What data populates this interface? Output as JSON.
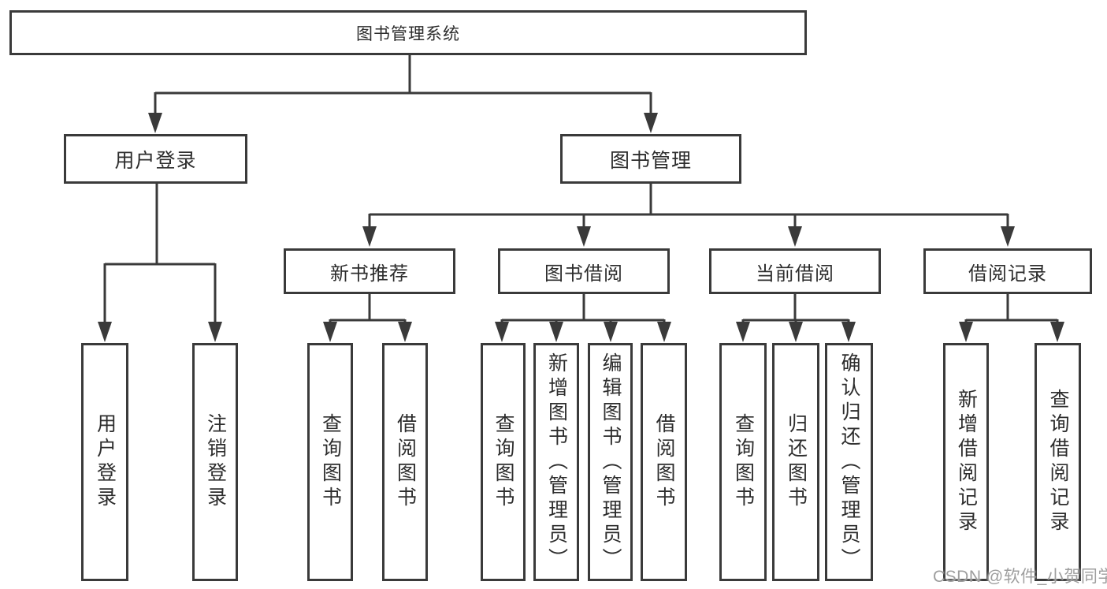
{
  "diagram": {
    "root": {
      "label": "图书管理系统"
    },
    "user_branch": {
      "label": "用户登录",
      "children": [
        {
          "label": "用户登录"
        },
        {
          "label": "注销登录"
        }
      ]
    },
    "book_branch": {
      "label": "图书管理",
      "modules": [
        {
          "label": "新书推荐",
          "children": [
            {
              "label": "查询图书"
            },
            {
              "label": "借阅图书"
            }
          ]
        },
        {
          "label": "图书借阅",
          "children": [
            {
              "label": "查询图书"
            },
            {
              "label": "新增图书（管理员）"
            },
            {
              "label": "编辑图书（管理员）"
            },
            {
              "label": "借阅图书"
            }
          ]
        },
        {
          "label": "当前借阅",
          "children": [
            {
              "label": "查询图书"
            },
            {
              "label": "归还图书"
            },
            {
              "label": "确认归还（管理员）"
            }
          ]
        },
        {
          "label": "借阅记录",
          "children": [
            {
              "label": "新增借阅记录"
            },
            {
              "label": "查询借阅记录"
            }
          ]
        }
      ]
    }
  },
  "watermark": {
    "text": "CSDN @软件_小贺同学"
  },
  "colors": {
    "line": "#3a3a3a",
    "text": "#2d2d2d",
    "watermark": "#9e9e9e",
    "background": "#ffffff"
  }
}
